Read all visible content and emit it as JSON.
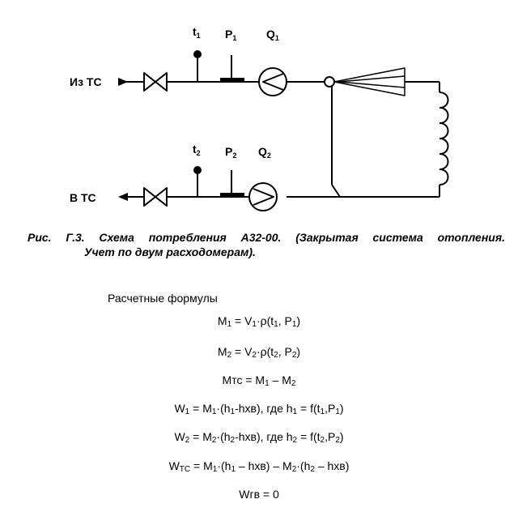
{
  "diagram": {
    "inlet_label": "Из ТС",
    "outlet_label": "В ТС",
    "t1": {
      "base": "t",
      "sub": "1"
    },
    "p1": {
      "base": "P",
      "sub": "1"
    },
    "q1": {
      "base": "Q",
      "sub": "1"
    },
    "t2": {
      "base": "t",
      "sub": "2"
    },
    "p2": {
      "base": "P",
      "sub": "2"
    },
    "q2": {
      "base": "Q",
      "sub": "2"
    }
  },
  "caption": {
    "line1": "Рис. Г.3. Схема потребления А32-00. (Закрытая система отопления.",
    "line2": "Учет по двум расходомерам)."
  },
  "formulas": {
    "title": "Расчетные формулы",
    "f1": [
      {
        "t": "M"
      },
      {
        "s": "1"
      },
      {
        "t": " = V"
      },
      {
        "s": "1"
      },
      {
        "t": "·ρ(t"
      },
      {
        "s": "1"
      },
      {
        "t": ", P"
      },
      {
        "s": "1"
      },
      {
        "t": ")"
      }
    ],
    "f2": [
      {
        "t": "M"
      },
      {
        "s": "2"
      },
      {
        "t": " = V"
      },
      {
        "s": "2"
      },
      {
        "t": "·ρ(t"
      },
      {
        "s": "2"
      },
      {
        "t": ", P"
      },
      {
        "s": "2"
      },
      {
        "t": ")"
      }
    ],
    "f3": [
      {
        "t": "Mтс = M"
      },
      {
        "s": "1"
      },
      {
        "t": " – M"
      },
      {
        "s": "2"
      }
    ],
    "f4": [
      {
        "t": "W"
      },
      {
        "s": "1"
      },
      {
        "t": " = M"
      },
      {
        "s": "1"
      },
      {
        "t": "·(h"
      },
      {
        "s": "1"
      },
      {
        "t": "-hхв), где h"
      },
      {
        "s": "1"
      },
      {
        "t": " = f(t"
      },
      {
        "s": "1"
      },
      {
        "t": ",P"
      },
      {
        "s": "1"
      },
      {
        "t": ")"
      }
    ],
    "f5": [
      {
        "t": "W"
      },
      {
        "s": "2"
      },
      {
        "t": " = M"
      },
      {
        "s": "2"
      },
      {
        "t": "·(h"
      },
      {
        "s": "2"
      },
      {
        "t": "-hхв), где h"
      },
      {
        "s": "2"
      },
      {
        "t": " = f(t"
      },
      {
        "s": "2"
      },
      {
        "t": ",P"
      },
      {
        "s": "2"
      },
      {
        "t": ")"
      }
    ],
    "f6": [
      {
        "t": "W"
      },
      {
        "s": "TC"
      },
      {
        "t": " = M"
      },
      {
        "s": "1"
      },
      {
        "t": "·(h"
      },
      {
        "s": "1"
      },
      {
        "t": " – hхв) – M"
      },
      {
        "s": "2"
      },
      {
        "t": "·(h"
      },
      {
        "s": "2"
      },
      {
        "t": " – hхв)"
      }
    ],
    "f7": [
      {
        "t": "Wгв = 0"
      }
    ]
  }
}
